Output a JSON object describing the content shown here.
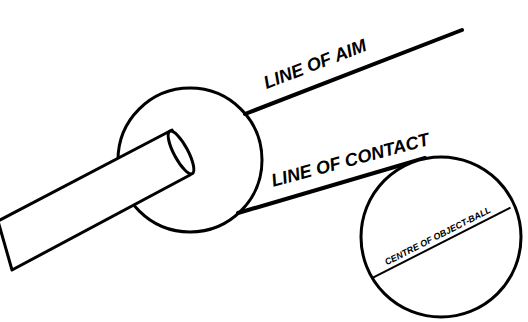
{
  "diagram": {
    "nodes": [
      {
        "text": [
          "CENTRE OF OBJECT-BALL"
        ]
      }
    ],
    "labels": [
      "LINE OF AIM",
      "LINE OF CONTACT"
    ]
  }
}
